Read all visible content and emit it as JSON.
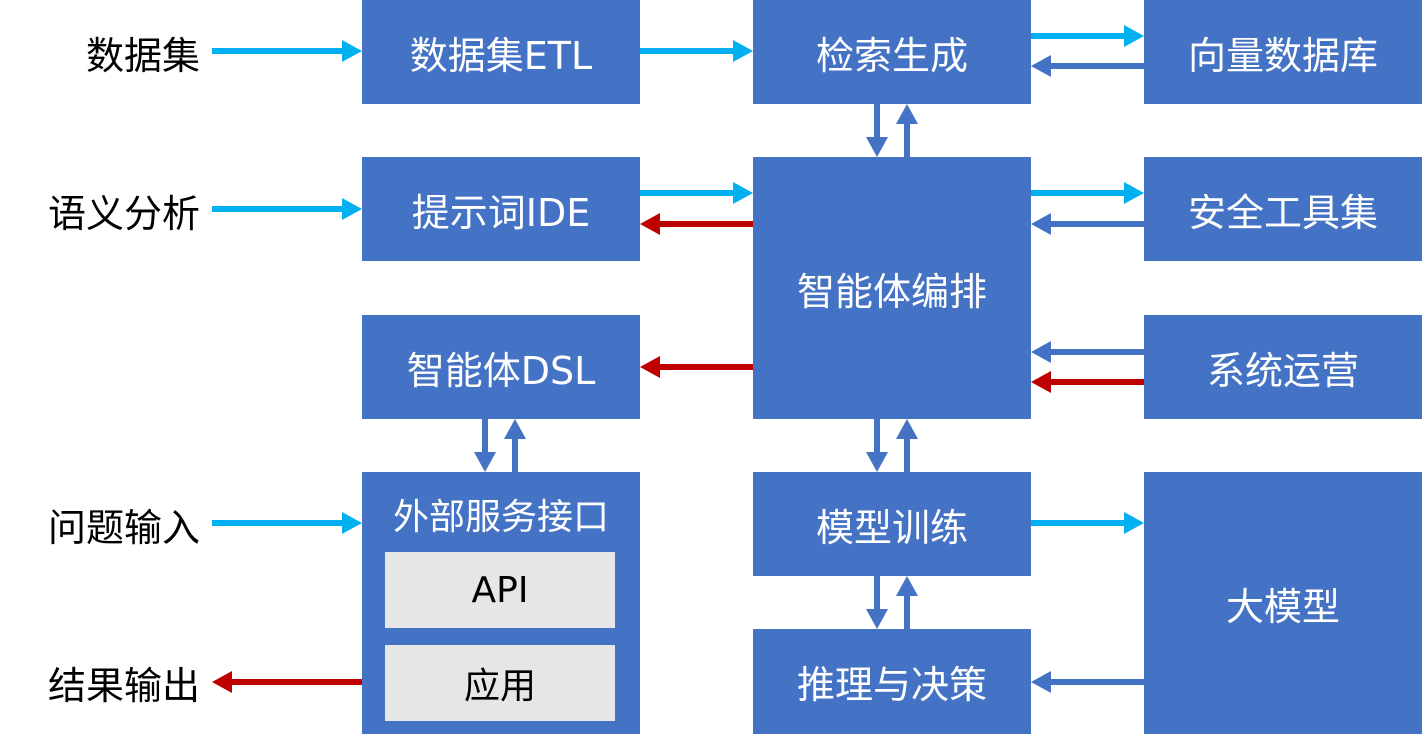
{
  "colors": {
    "box_fill": "#4472C4",
    "box_text": "#FFFFFF",
    "sub_fill": "#E7E6E6",
    "input_arrow": "#00B0F0",
    "feedback_arrow": "#4472C4",
    "output_arrow": "#C00000"
  },
  "inputs": {
    "dataset": "数据集",
    "semantic_analysis": "语义分析",
    "question_input": "问题输入",
    "result_output": "结果输出"
  },
  "boxes": {
    "dataset_etl": "数据集ETL",
    "prompt_ide": "提示词IDE",
    "agent_dsl": "智能体DSL",
    "external_service": "外部服务接口",
    "api": "API",
    "application": "应用",
    "retrieval_generation": "检索生成",
    "agent_orchestration": "智能体编排",
    "model_training": "模型训练",
    "reasoning_decision": "推理与决策",
    "vector_db": "向量数据库",
    "security_tools": "安全工具集",
    "system_ops": "系统运营",
    "large_model": "大模型"
  },
  "edges": [
    {
      "from": "数据集",
      "to": "数据集ETL",
      "color": "input"
    },
    {
      "from": "语义分析",
      "to": "提示词IDE",
      "color": "input"
    },
    {
      "from": "问题输入",
      "to": "外部服务接口",
      "color": "input"
    },
    {
      "from": "外部服务接口",
      "to": "结果输出",
      "color": "output"
    },
    {
      "from": "数据集ETL",
      "to": "检索生成",
      "color": "input"
    },
    {
      "from": "检索生成",
      "to": "向量数据库",
      "color": "input"
    },
    {
      "from": "向量数据库",
      "to": "检索生成",
      "color": "feedback"
    },
    {
      "from": "检索生成",
      "to": "智能体编排",
      "color": "feedback"
    },
    {
      "from": "智能体编排",
      "to": "检索生成",
      "color": "feedback"
    },
    {
      "from": "提示词IDE",
      "to": "智能体编排",
      "color": "input"
    },
    {
      "from": "智能体编排",
      "to": "提示词IDE",
      "color": "output"
    },
    {
      "from": "智能体编排",
      "to": "智能体DSL",
      "color": "output"
    },
    {
      "from": "智能体编排",
      "to": "安全工具集",
      "color": "input"
    },
    {
      "from": "安全工具集",
      "to": "智能体编排",
      "color": "feedback"
    },
    {
      "from": "系统运营",
      "to": "智能体编排",
      "color": "feedback"
    },
    {
      "from": "系统运营",
      "to": "智能体编排",
      "color": "output"
    },
    {
      "from": "智能体DSL",
      "to": "外部服务接口",
      "color": "feedback"
    },
    {
      "from": "外部服务接口",
      "to": "智能体DSL",
      "color": "feedback"
    },
    {
      "from": "智能体编排",
      "to": "模型训练",
      "color": "feedback"
    },
    {
      "from": "模型训练",
      "to": "智能体编排",
      "color": "feedback"
    },
    {
      "from": "模型训练",
      "to": "大模型",
      "color": "input"
    },
    {
      "from": "模型训练",
      "to": "推理与决策",
      "color": "feedback"
    },
    {
      "from": "推理与决策",
      "to": "模型训练",
      "color": "feedback"
    },
    {
      "from": "大模型",
      "to": "推理与决策",
      "color": "feedback"
    }
  ]
}
